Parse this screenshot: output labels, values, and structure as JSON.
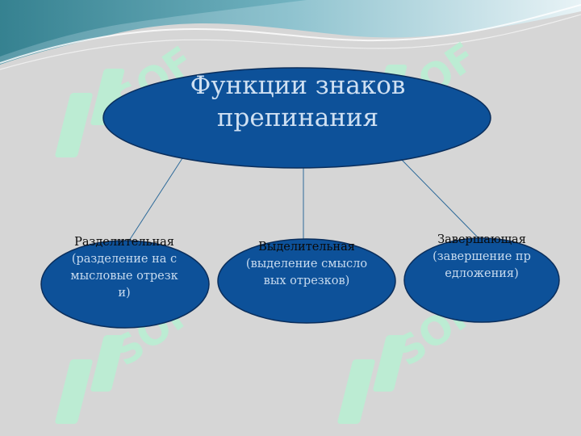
{
  "diagram": {
    "main": {
      "text": "Функции знаков препинания"
    },
    "children": [
      {
        "title": "Разделительная",
        "subtitle": "(разделение на смысловые отрезки)"
      },
      {
        "title": "Выделительная",
        "subtitle": "(выделение смысловых отрезков)"
      },
      {
        "title": "Завершающая",
        "subtitle": "(завершение предложения)"
      }
    ]
  },
  "colors": {
    "ellipse_fill": "#0d5199",
    "ellipse_stroke": "#0a2e5c",
    "connector": "#2f6b9a",
    "watermark": "#b7f0d2",
    "background": "#d6d6d6"
  },
  "watermark": {
    "icon": "sf-logo-icon"
  }
}
